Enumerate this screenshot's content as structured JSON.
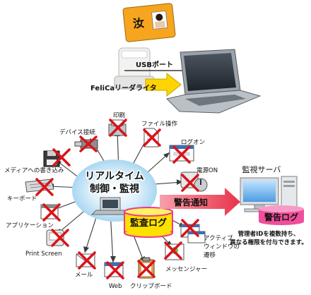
{
  "top": {
    "card_char": "汝",
    "usb_label": "USBポート",
    "reader_label": "FeliCaリーダライタ"
  },
  "center": {
    "line1": "リアルタイム",
    "line2": "制御・監視",
    "audit_log": "監査ログ"
  },
  "alert_label": "警告通知",
  "server": {
    "title": "監視サーバ",
    "log_label": "警告ログ",
    "note_line1": "管理者IDを複数持ち、",
    "note_line2": "異なる権限を付与できます。"
  },
  "spokes": [
    {
      "label": "デバイス接続"
    },
    {
      "label": "印刷"
    },
    {
      "label": "ファイル操作"
    },
    {
      "label": "ログオン"
    },
    {
      "label": "電源ON"
    },
    {
      "label": "メディアへの書き込み"
    },
    {
      "label": "キーボード"
    },
    {
      "label": "アプリケーション"
    },
    {
      "label": "Print Screen"
    },
    {
      "label": "メール"
    },
    {
      "label": "Web"
    },
    {
      "label": "クリップボード"
    },
    {
      "label": "メッセンジャー"
    },
    {
      "label": "アクティブ"
    },
    {
      "label": "ウィンドウの"
    },
    {
      "label": "遷移"
    }
  ],
  "colors": {
    "card": "#f7a51e",
    "center_text": "#1e5aa8",
    "cross": "#d9141a",
    "alert_arrow": "#f05a6a",
    "log_pink": "#f04e9a",
    "audit_yellow": "#ffe100"
  }
}
